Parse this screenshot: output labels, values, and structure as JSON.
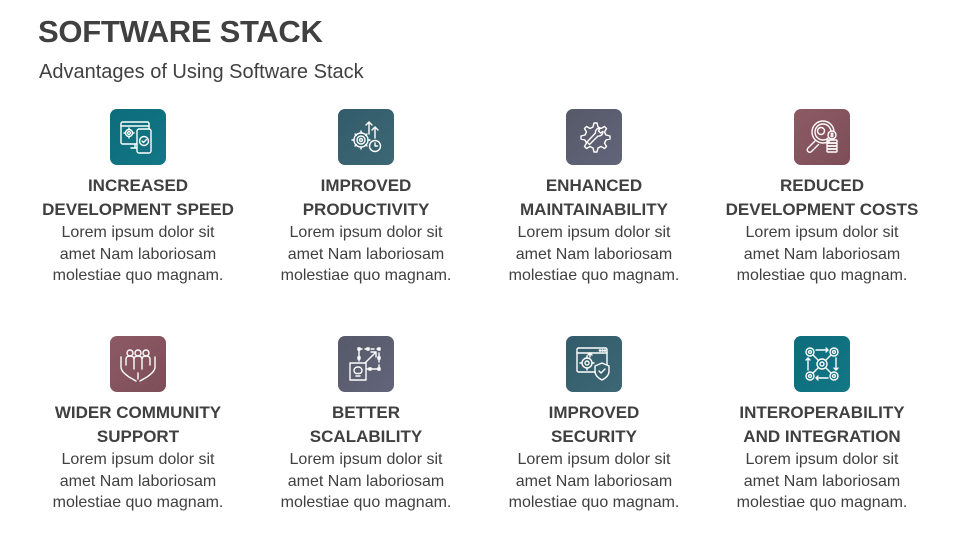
{
  "header": {
    "title": "SOFTWARE STACK",
    "subtitle": "Advantages of Using Software Stack"
  },
  "colors": {
    "teal": "#0f6f7f",
    "slate_teal": "#37606e",
    "slate_gray": "#5b5e6d",
    "mauve": "#8b5762",
    "text": "#404040"
  },
  "cards": [
    {
      "title_line1": "INCREASED",
      "title_line2": "DEVELOPMENT SPEED",
      "body": "Lorem ipsum dolor sit amet Nam laboriosam molestiae quo magnam.",
      "icon": "devices-gear-check-icon"
    },
    {
      "title_line1": "IMPROVED",
      "title_line2": "PRODUCTIVITY",
      "body": "Lorem ipsum dolor sit amet Nam laboriosam molestiae quo magnam.",
      "icon": "gear-arrows-clock-icon"
    },
    {
      "title_line1": "ENHANCED",
      "title_line2": "MAINTAINABILITY",
      "body": "Lorem ipsum dolor sit amet Nam laboriosam molestiae quo magnam.",
      "icon": "gear-wrench-icon"
    },
    {
      "title_line1": "REDUCED",
      "title_line2": "DEVELOPMENT COSTS",
      "body": "Lorem ipsum dolor sit amet Nam laboriosam molestiae quo magnam.",
      "icon": "magnifier-coins-icon"
    },
    {
      "title_line1": "WIDER COMMUNITY",
      "title_line2": "SUPPORT",
      "body": "Lorem ipsum dolor sit amet Nam laboriosam molestiae quo magnam.",
      "icon": "hands-people-icon"
    },
    {
      "title_line1": "BETTER",
      "title_line2": "SCALABILITY",
      "body": "Lorem ipsum dolor sit amet Nam laboriosam molestiae quo magnam.",
      "icon": "scale-bulb-icon"
    },
    {
      "title_line1": "IMPROVED",
      "title_line2": "SECURITY",
      "body": "Lorem ipsum dolor sit amet Nam laboriosam molestiae quo magnam.",
      "icon": "browser-gear-shield-icon"
    },
    {
      "title_line1": "INTEROPERABILITY",
      "title_line2": "AND INTEGRATION",
      "body": "Lorem ipsum dolor sit amet Nam laboriosam molestiae quo magnam.",
      "icon": "connected-gears-icon"
    }
  ],
  "body_lines": [
    "Lorem ipsum dolor sit",
    "amet Nam laboriosam",
    "molestiae quo magnam."
  ]
}
